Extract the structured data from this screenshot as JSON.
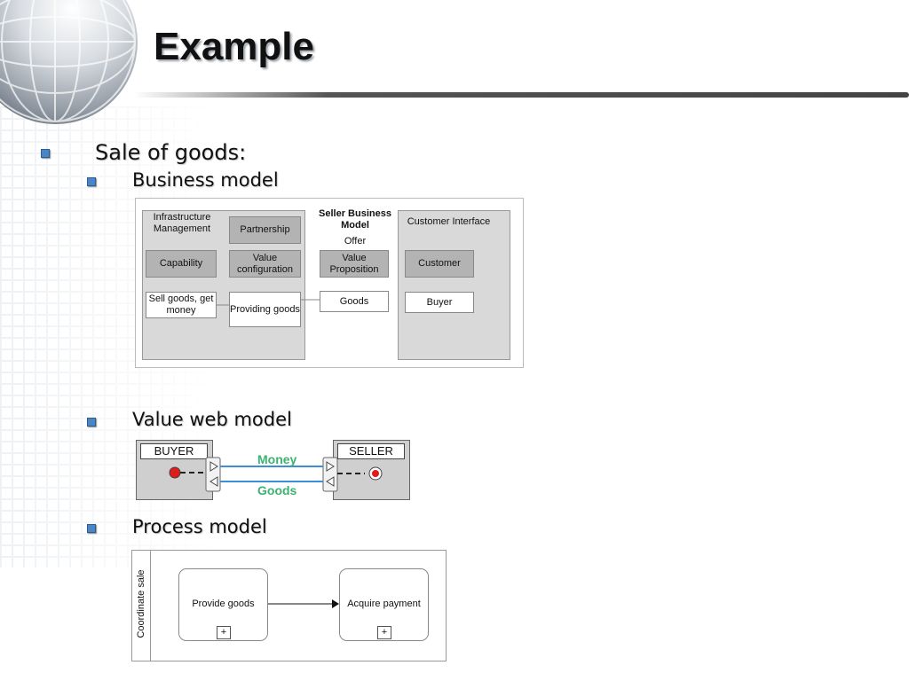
{
  "slide": {
    "title": "Example",
    "bullets": {
      "sale": "Sale of goods:",
      "business_model": "Business model",
      "value_web_model": "Value web model",
      "process_model": "Process model"
    }
  },
  "business_model": {
    "infrastructure": {
      "title": "Infrastructure Management",
      "partnership": "Partnership",
      "capability": "Capability",
      "value_configuration": "Value configuration",
      "sell_goods": "Sell goods, get money",
      "providing_goods": "Providing goods"
    },
    "offer": {
      "title": "Seller Business Model",
      "subtitle": "Offer",
      "value_proposition": "Value Proposition",
      "goods": "Goods"
    },
    "customer_interface": {
      "title": "Customer Interface",
      "customer": "Customer",
      "buyer": "Buyer"
    }
  },
  "value_web": {
    "buyer_label": "BUYER",
    "seller_label": "SELLER",
    "money_label": "Money",
    "goods_label": "Goods",
    "colors": {
      "flow": "#3a8fd8",
      "text": "#3cb371",
      "dot": "#e01b1b"
    }
  },
  "process_model": {
    "lane_label": "Coordinate sale",
    "task1": "Provide goods",
    "task2": "Acquire payment",
    "plus": "+"
  }
}
